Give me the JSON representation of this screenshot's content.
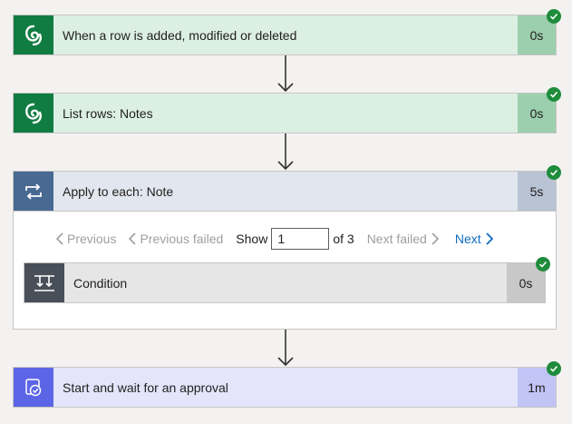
{
  "steps": [
    {
      "title": "When a row is added, modified or deleted",
      "duration": "0s",
      "icon": "dataverse-icon"
    },
    {
      "title": "List rows: Notes",
      "duration": "0s",
      "icon": "dataverse-icon"
    },
    {
      "title": "Apply to each: Note",
      "duration": "5s",
      "icon": "loop-icon"
    },
    {
      "title": "Condition",
      "duration": "0s",
      "icon": "condition-icon"
    },
    {
      "title": "Start and wait for an approval",
      "duration": "1m",
      "icon": "approval-icon"
    }
  ],
  "pager": {
    "previous": "Previous",
    "previous_failed": "Previous failed",
    "show": "Show",
    "current": "1",
    "of_total": "of 3",
    "next_failed": "Next failed",
    "next": "Next"
  },
  "colors": {
    "dataverse_icon_bg": "#107c41",
    "dataverse_row": "#dcefe3",
    "dataverse_dur": "#9ccfae",
    "loop_icon_bg": "#486991",
    "loop_row": "#e2e6ee",
    "loop_dur": "#b8c3d4",
    "condition_icon_bg": "#484f58",
    "condition_row": "#e6e6e6",
    "condition_dur": "#c8c8c8",
    "approval_icon_bg": "#5c65e6",
    "approval_row": "#e4e5fb",
    "approval_dur": "#c1c4f5",
    "success": "#1f8c3b",
    "link": "#0f6cbd"
  }
}
